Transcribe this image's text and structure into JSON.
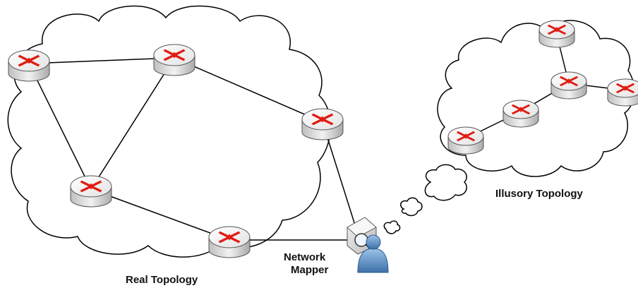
{
  "labels": {
    "real_topology": "Real Topology",
    "network_mapper_line1": "Network",
    "network_mapper_line2": "Mapper",
    "illusory_topology": "Illusory Topology"
  },
  "icons": {
    "router": "router-icon",
    "user": "user-icon",
    "scanner": "network-scanner-icon",
    "cloud": "cloud-icon",
    "thought_bubble": "thought-bubble-icon"
  },
  "colors": {
    "router_arrow": "#e11b12",
    "router_body": "#dcdcdc",
    "user": "#5b8fc7",
    "cloud_stroke": "#000000",
    "line": "#000000"
  }
}
